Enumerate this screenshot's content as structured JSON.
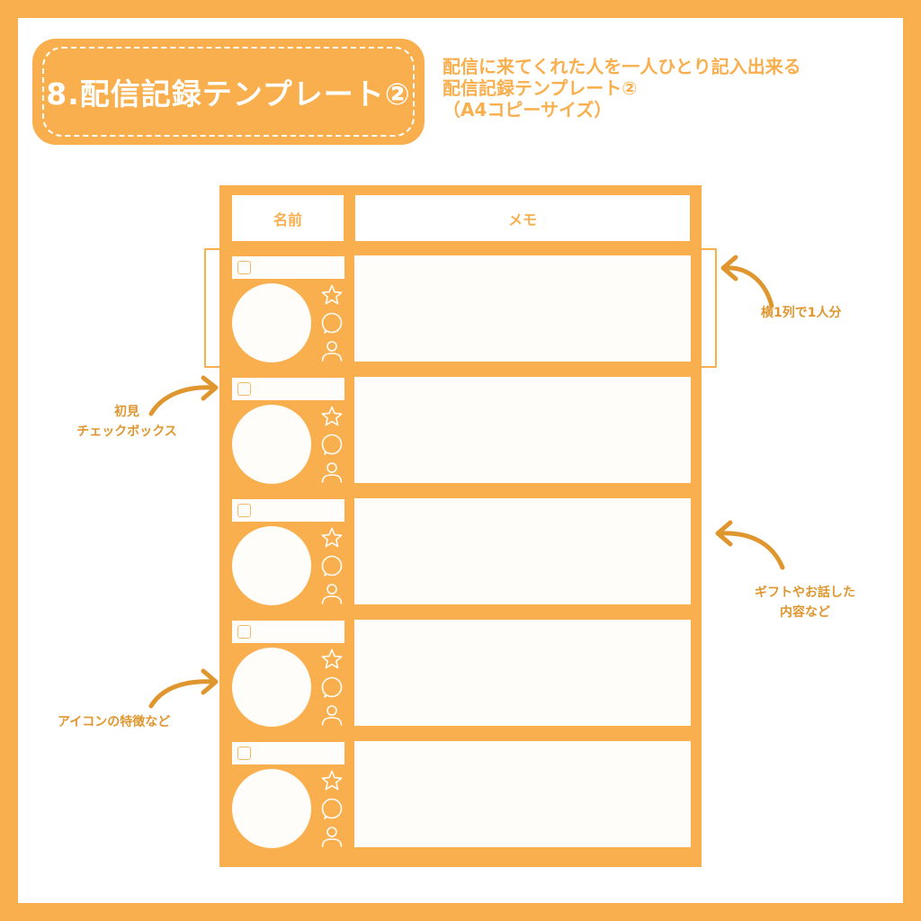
{
  "title": {
    "label": "8.配信記録テンプレート②"
  },
  "subtitle": {
    "line1": "配信に来てくれた人を一人ひとり記入出来る",
    "line2": "配信記録テンプレート②",
    "line3": "（A4コピーサイズ）"
  },
  "sheet": {
    "header_name": "名前",
    "header_memo": "メモ",
    "rows": [
      {
        "name": "",
        "memo": "",
        "checked": false
      },
      {
        "name": "",
        "memo": "",
        "checked": false
      },
      {
        "name": "",
        "memo": "",
        "checked": false
      },
      {
        "name": "",
        "memo": "",
        "checked": false
      },
      {
        "name": "",
        "memo": "",
        "checked": false
      }
    ],
    "row_icons": [
      "star-icon",
      "speech-bubble-icon",
      "person-icon"
    ]
  },
  "annotations": {
    "one_row": "横1列で1人分",
    "first_visit_line1": "初見",
    "first_visit_line2": "チェックボックス",
    "gift_line1": "ギフトやお話した",
    "gift_line2": "内容など",
    "icon_features": "アイコンの特徴など"
  },
  "colors": {
    "accent": "#f9af4e",
    "annotation": "#e0962f",
    "paper": "#ffffff",
    "field": "#fffdf9"
  }
}
